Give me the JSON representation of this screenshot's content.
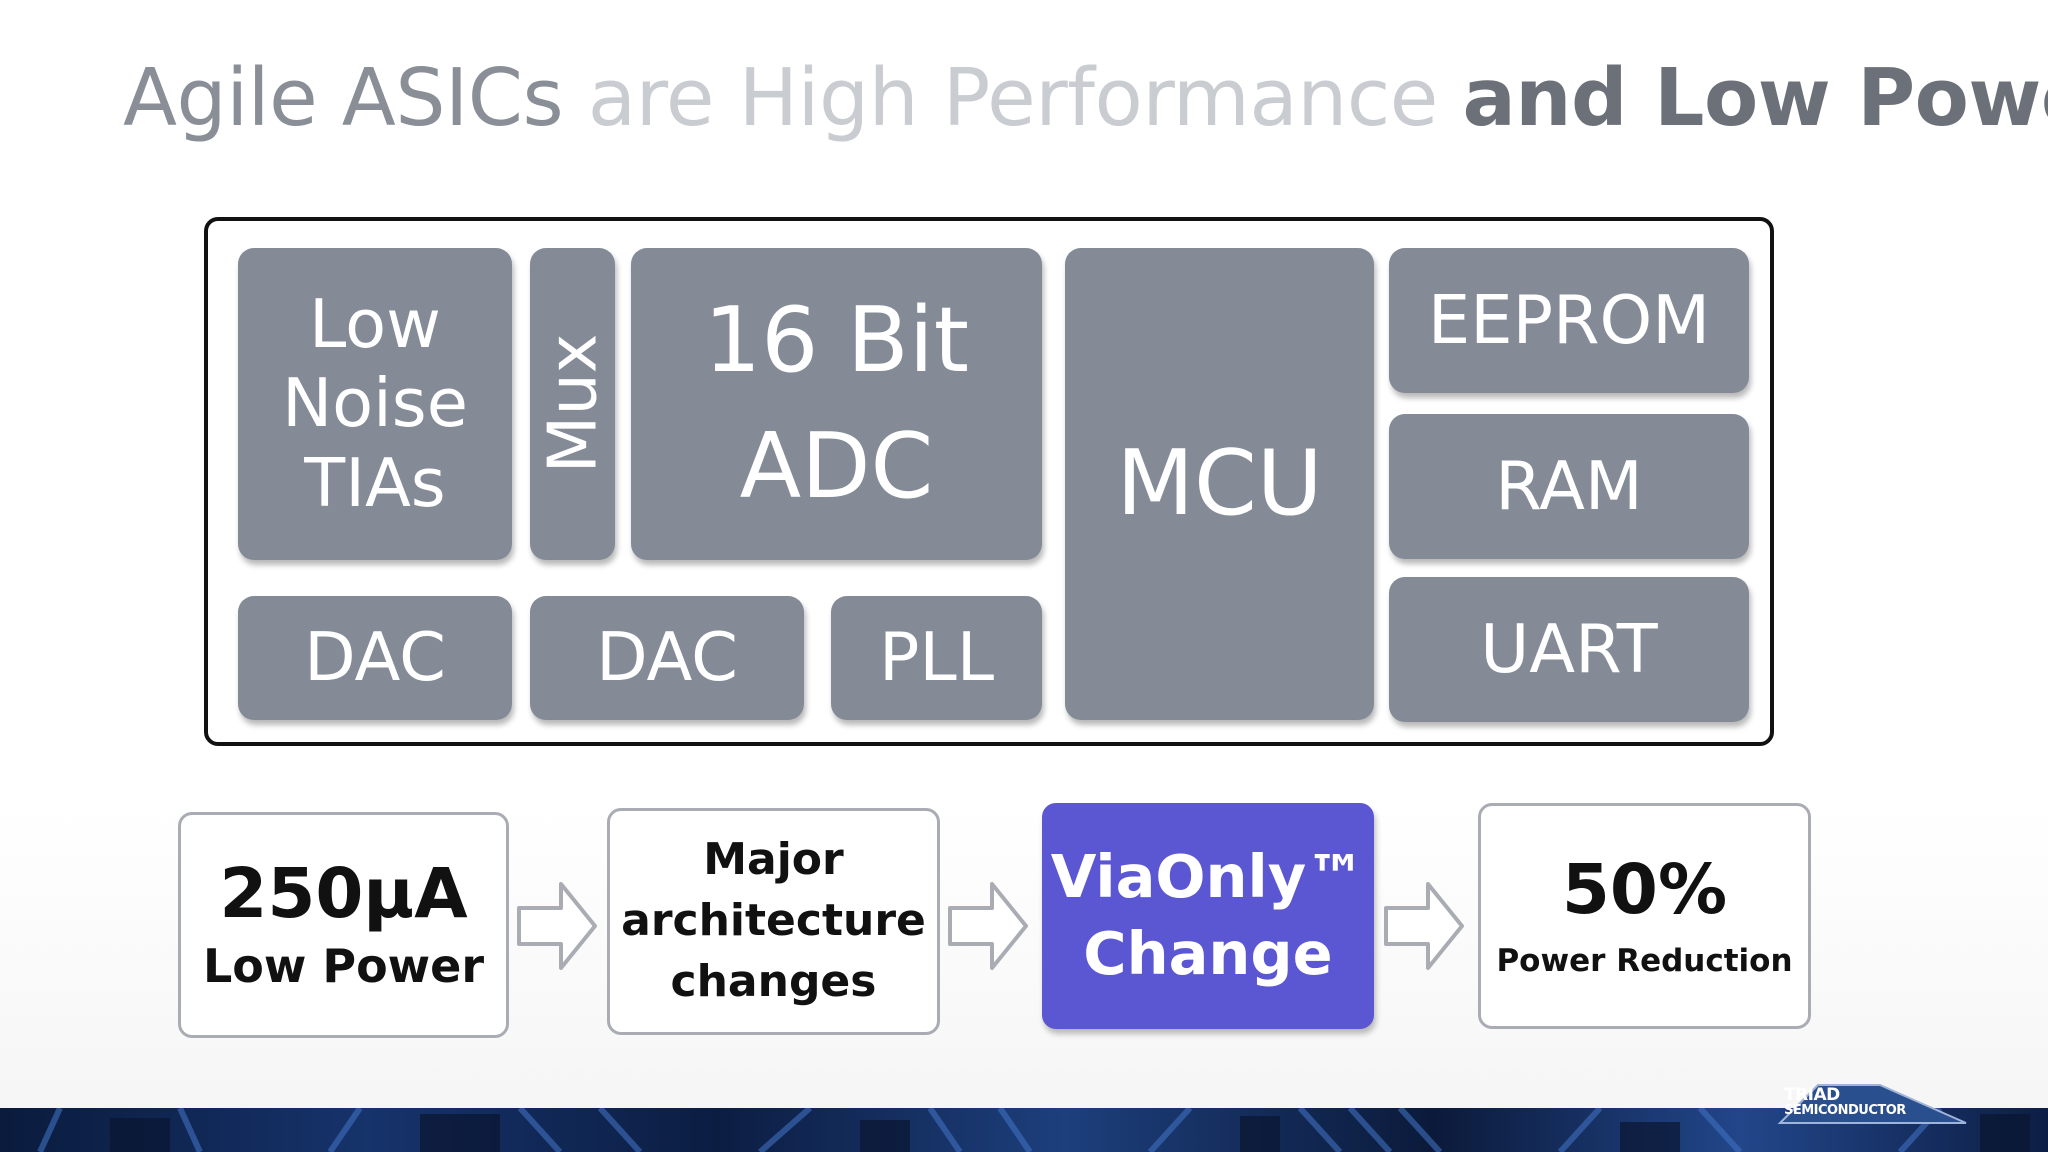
{
  "title": {
    "part1": "Agile ASICs",
    "part2": " are High Performance ",
    "part3": "and Low Power"
  },
  "blocks": {
    "tia": "Low\nNoise\nTIAs",
    "mux": "Mux",
    "adc": "16 Bit\nADC",
    "mcu": "MCU",
    "eeprom": "EEPROM",
    "ram": "RAM",
    "uart": "UART",
    "dac1": "DAC",
    "dac2": "DAC",
    "pll": "PLL"
  },
  "flow": {
    "step1": {
      "value": "250µA",
      "label": "Low Power"
    },
    "step2": {
      "text": "Major\narchitecture\nchanges"
    },
    "step3": {
      "text": "ViaOnly™\nChange"
    },
    "step4": {
      "value": "50%",
      "label": "Power Reduction"
    }
  },
  "logo": {
    "line1": "TRIAD",
    "line2": "SEMICONDUCTOR"
  },
  "colors": {
    "block_fill": "#848b97",
    "highlight": "#5b57d2",
    "title_dark": "#6c7078",
    "title_light": "#c9ccd0"
  }
}
